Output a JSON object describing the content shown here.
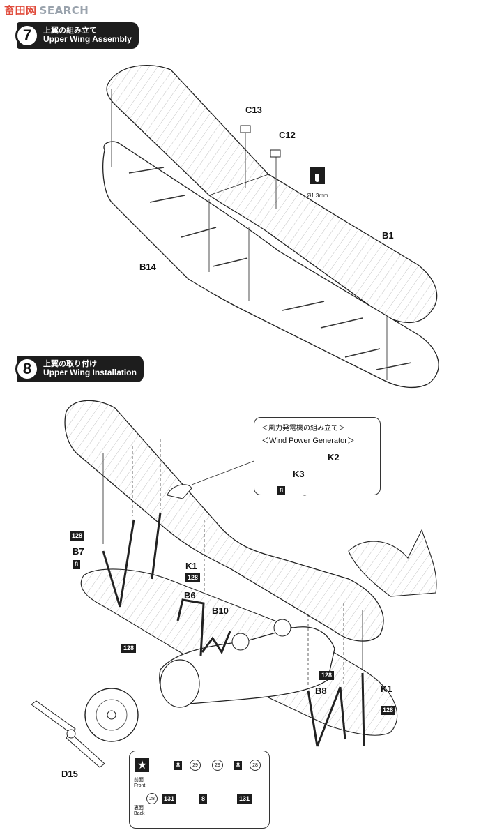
{
  "watermark": {
    "cn": "畜田网",
    "en": "SEARCH"
  },
  "step7": {
    "number": "7",
    "title_jp": "上翼の組み立て",
    "title_en": "Upper Wing Assembly"
  },
  "step8": {
    "number": "8",
    "title_jp": "上翼の取り付け",
    "title_en": "Upper Wing Installation"
  },
  "step7_labels": {
    "c13": "C13",
    "c12": "C12",
    "b1": "B1",
    "b14": "B14",
    "drill": "Ø1.3mm"
  },
  "subassembly": {
    "title_jp": "＜風力発電機の組み立て＞",
    "title_en": "＜Wind Power Generator＞",
    "k2": "K2",
    "k3": "K3",
    "code": "8"
  },
  "step8_labels": {
    "b7": "B7",
    "k1_left": "K1",
    "b6": "B6",
    "b10": "B10",
    "b8": "B8",
    "k1_right": "K1",
    "d15": "D15"
  },
  "step8_codes": {
    "c1": "128",
    "c2": "8",
    "c3": "128",
    "c4": "128",
    "c5": "128",
    "c6": "128"
  },
  "decals": {
    "front_jp": "前面",
    "front_en": "Front",
    "back_jp": "裏面",
    "back_en": "Back",
    "f1": "8",
    "f2": "29",
    "f3": "29",
    "f4": "8",
    "f5": "28",
    "b1": "28",
    "b2": "131",
    "b3": "8",
    "b4": "131"
  },
  "colors": {
    "ink": "#111111",
    "header_bg": "#1d1d1d",
    "watermark_red": "#e04a3a"
  }
}
